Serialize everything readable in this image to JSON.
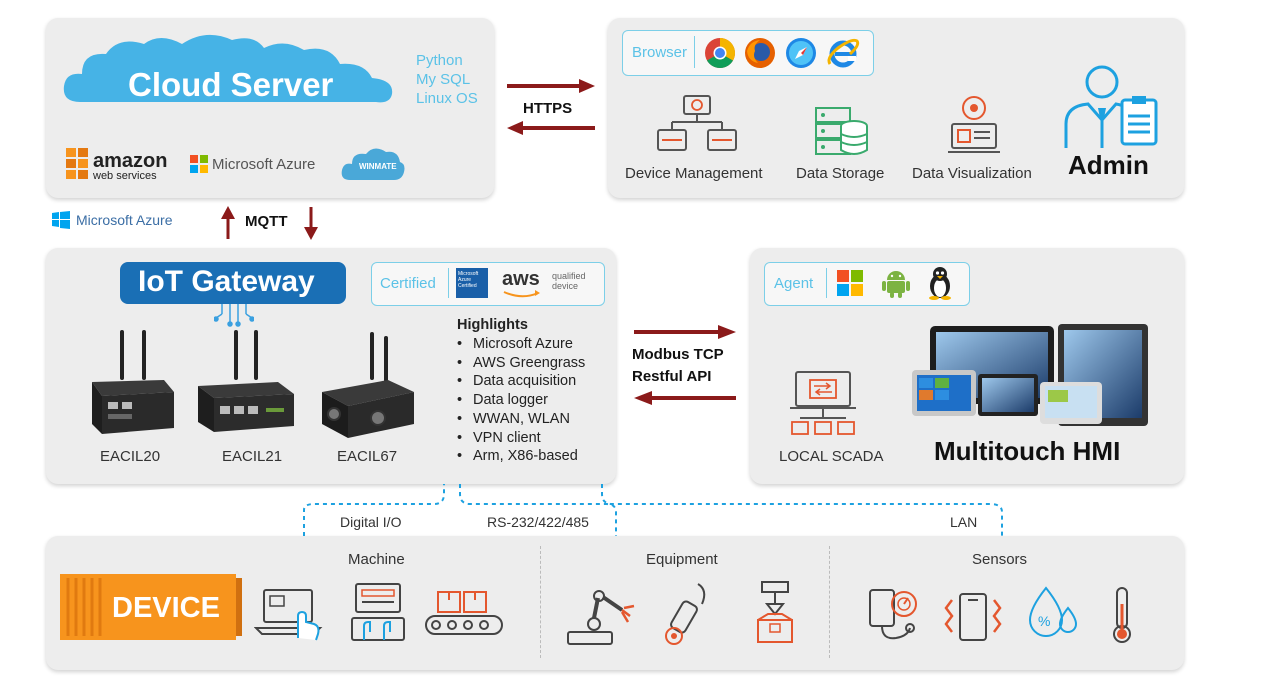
{
  "cloud": {
    "title": "Cloud Server",
    "stack": [
      "Python",
      "My SQL",
      "Linux OS"
    ],
    "providers": {
      "amazon_top": "amazon",
      "amazon_bottom": "web services",
      "azure": "Microsoft Azure",
      "winmate": "WINMATE"
    }
  },
  "links": {
    "https": "HTTPS",
    "mqtt": "MQTT",
    "modbus": "Modbus TCP",
    "restful": "Restful API"
  },
  "azure_tag": "Microsoft Azure",
  "browser": {
    "label": "Browser",
    "icons": [
      "chrome-icon",
      "firefox-icon",
      "safari-icon",
      "ie-icon"
    ]
  },
  "admin_panel": {
    "items": [
      "Device Management",
      "Data Storage",
      "Data Visualization"
    ],
    "admin": "Admin"
  },
  "gateway": {
    "title": "IoT Gateway",
    "certified": "Certified",
    "azure_badge": "Microsoft Azure Certified",
    "aws": "aws",
    "aws_note": "qualified device",
    "models": [
      "EACIL20",
      "EACIL21",
      "EACIL67"
    ],
    "highlights_title": "Highlights",
    "highlights": [
      "Microsoft Azure",
      "AWS Greengrass",
      "Data acquisition",
      "Data logger",
      "WWAN, WLAN",
      "VPN client",
      "Arm, X86-based"
    ]
  },
  "hmi": {
    "agent": "Agent",
    "scada": "LOCAL SCADA",
    "title": "Multitouch HMI"
  },
  "interfaces": [
    "Digital I/O",
    "RS-232/422/485",
    "LAN"
  ],
  "bottom": {
    "device": "DEVICE",
    "sections": [
      "Machine",
      "Equipment",
      "Sensors"
    ]
  },
  "colors": {
    "accent_blue": "#1a6fb5",
    "cloud_blue": "#46b3e6",
    "arrow_red": "#8b1a1a",
    "orange": "#f7941d",
    "light_blue_text": "#5bc2e7"
  }
}
